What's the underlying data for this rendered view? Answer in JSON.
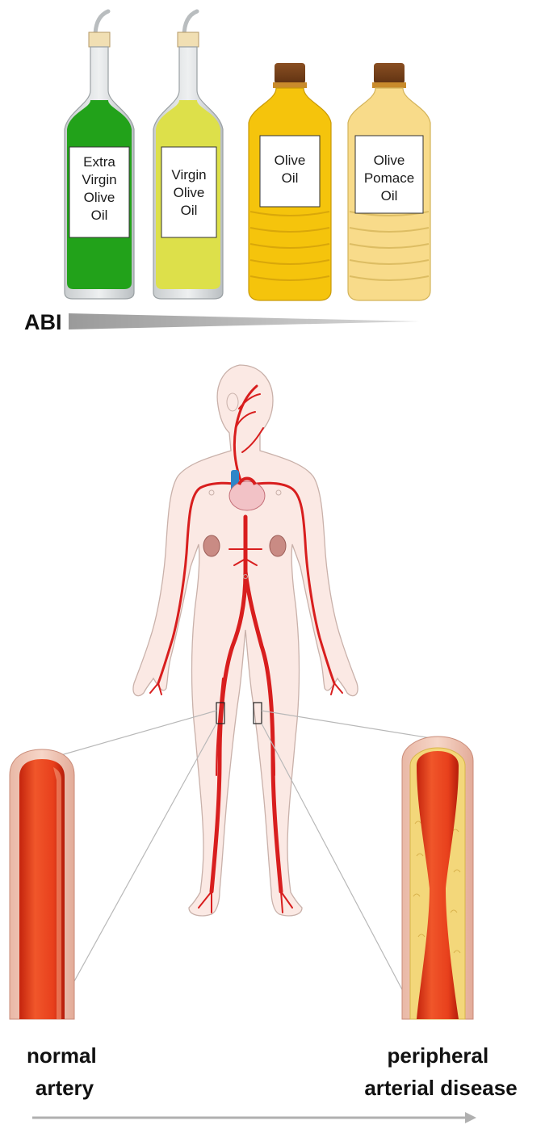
{
  "bottles": [
    {
      "label_lines": [
        "Extra",
        "Virgin",
        "Olive",
        "Oil"
      ],
      "oil_color": "#22a21a"
    },
    {
      "label_lines": [
        "Virgin",
        "Olive",
        "Oil"
      ],
      "oil_color": "#dde04a"
    },
    {
      "label_lines": [
        "Olive",
        "Oil"
      ],
      "oil_color": "#f5c40c"
    },
    {
      "label_lines": [
        "Olive",
        "Pomace",
        "Oil"
      ],
      "oil_color": "#f8db8a"
    }
  ],
  "abi": {
    "label": "ABI"
  },
  "arteries": {
    "normal_lines": [
      "normal",
      "artery"
    ],
    "disease_lines": [
      "peripheral",
      "arterial disease"
    ]
  },
  "colors": {
    "artery_red": "#d81e1e",
    "vein_blue": "#2e86c8",
    "skin": "#fbe9e4",
    "plaque": "#f3d77a",
    "wedge_gray": "#b0b0b0"
  }
}
